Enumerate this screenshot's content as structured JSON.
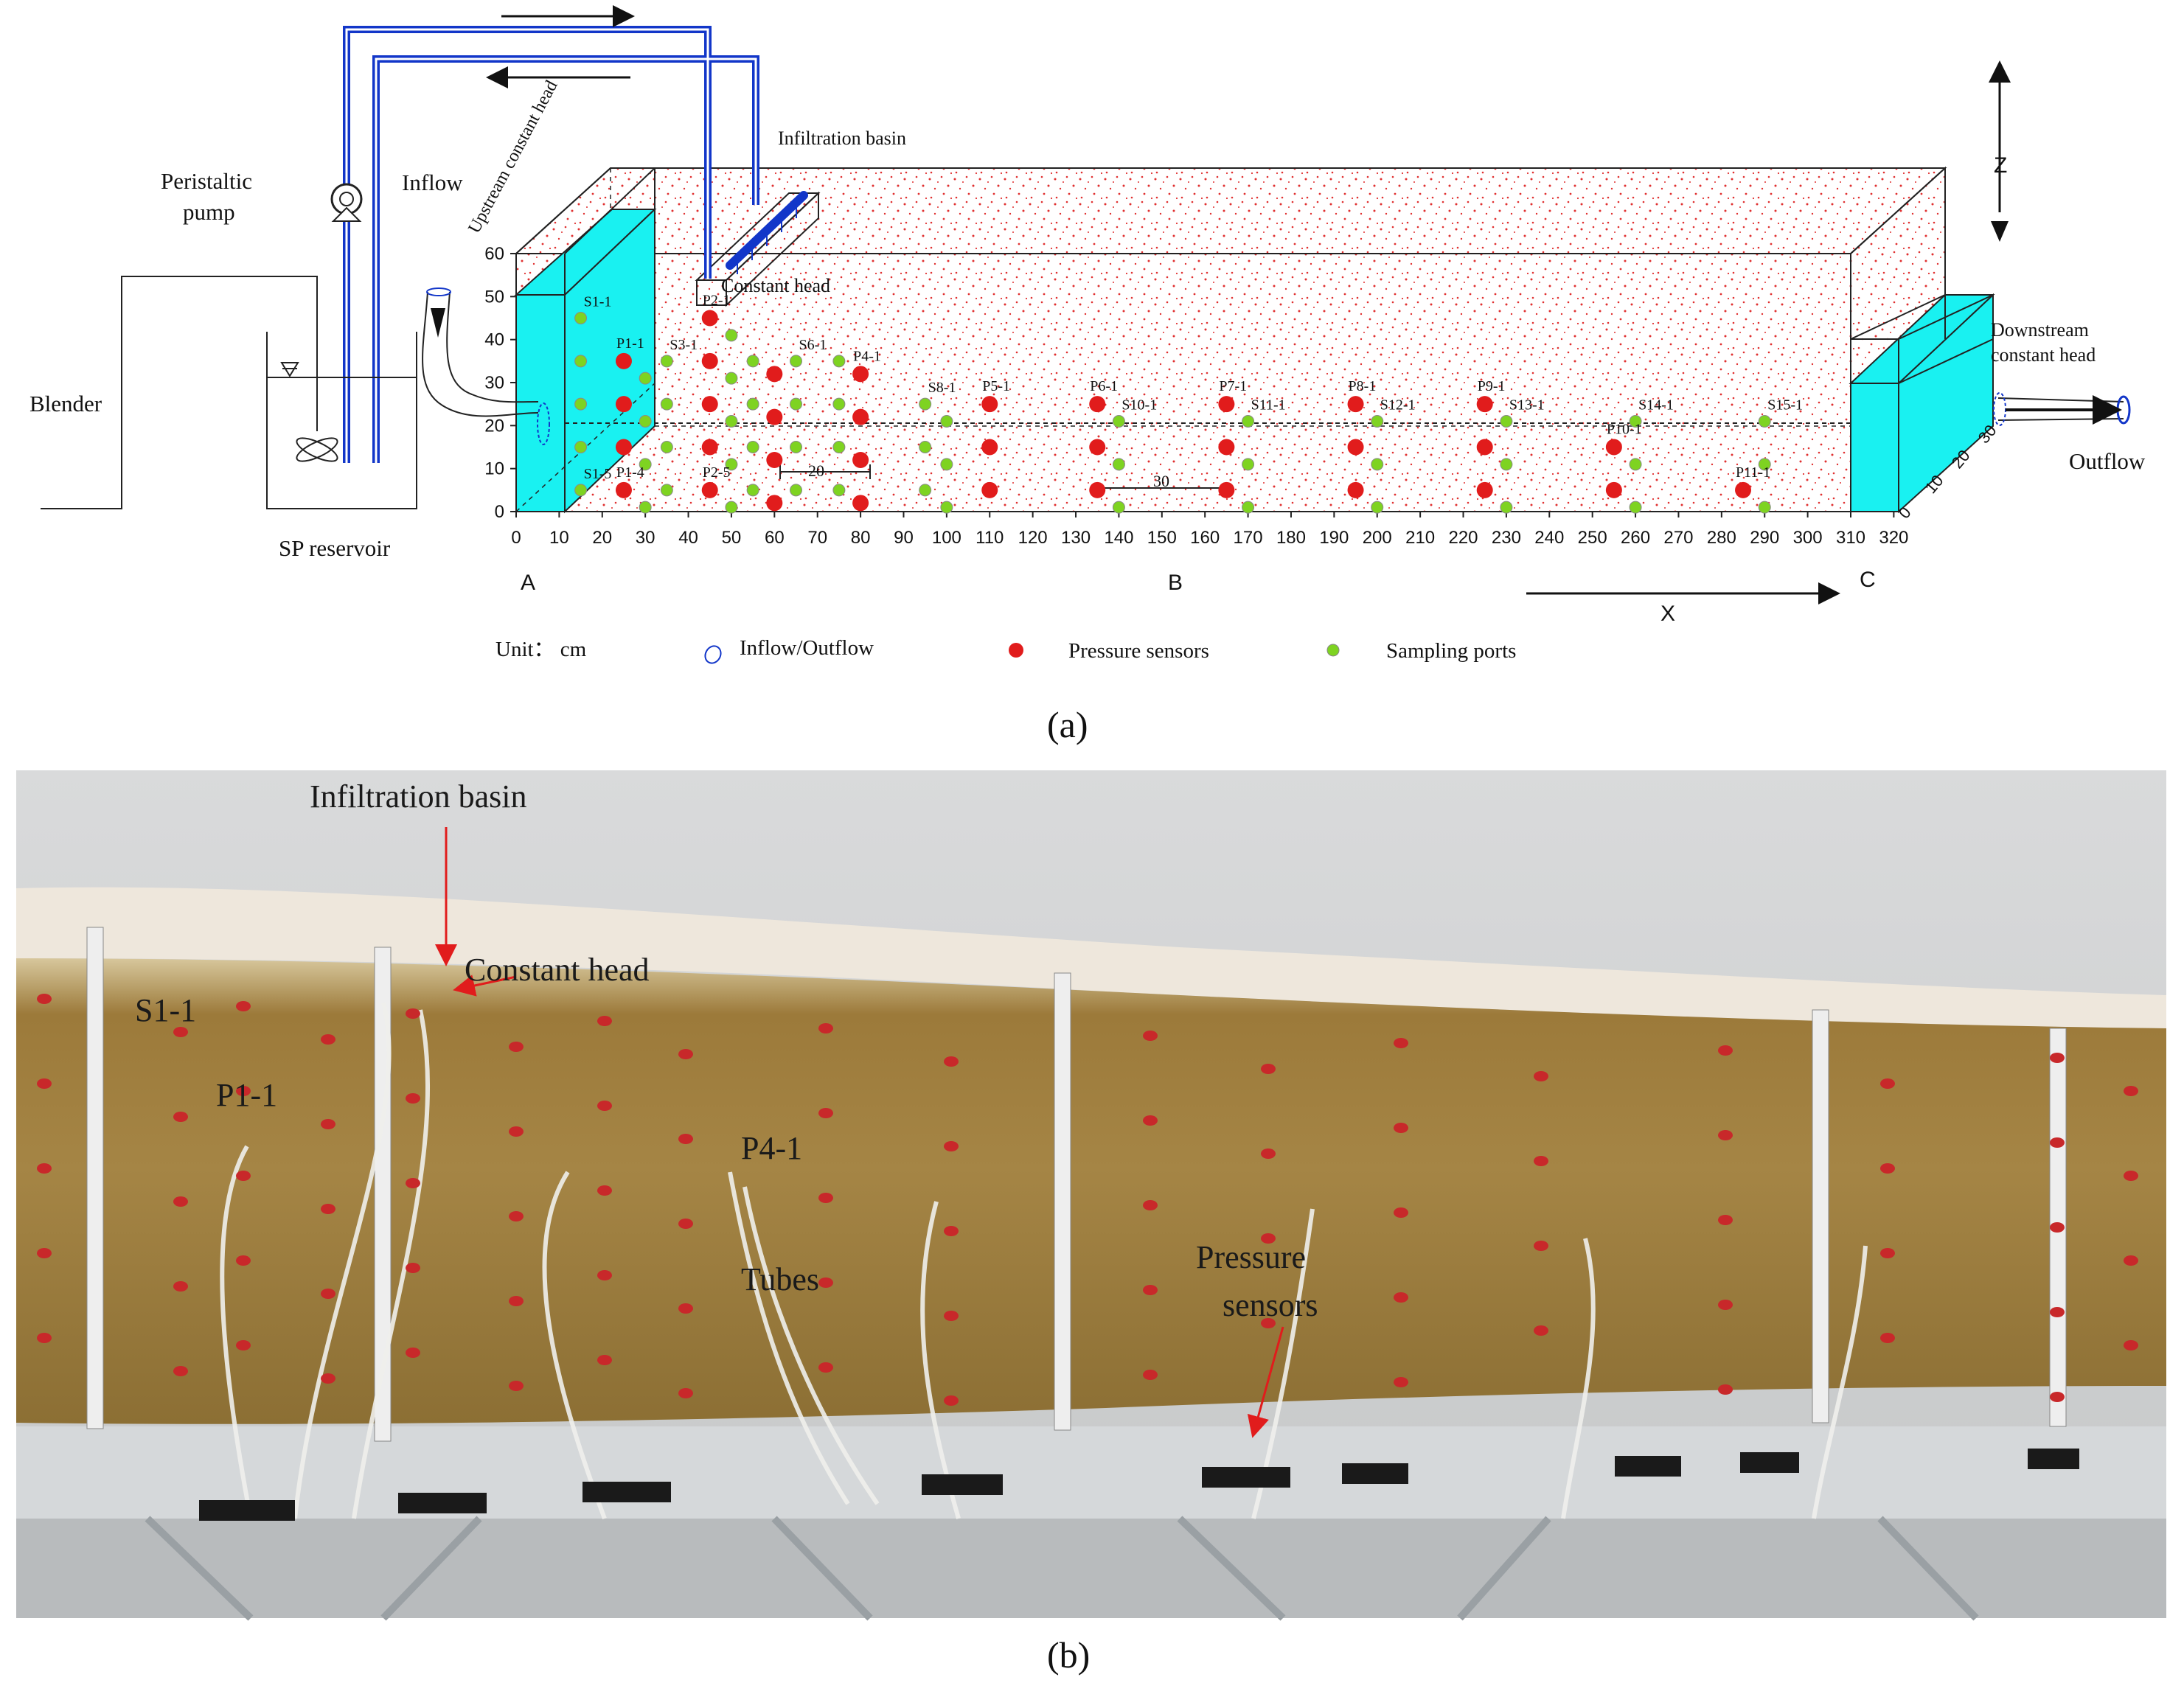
{
  "panel_a": {
    "caption": "(a)",
    "labels": {
      "blender": "Blender",
      "pump_line1": "Peristaltic",
      "pump_line2": "pump",
      "reservoir": "SP reservoir",
      "inflow": "Inflow",
      "upstream": "Upstream constant head",
      "infiltration_basin": "Infiltration basin",
      "constant_head": "Constant head",
      "downstream_line1": "Downstream",
      "downstream_line2": "constant head",
      "outflow": "Outflow",
      "point_a": "A",
      "point_b": "B",
      "point_c": "C",
      "axis_x": "X",
      "axis_z": "Z",
      "scale_20": "20",
      "scale_30": "30"
    },
    "legend": {
      "unit": "Unit： cm",
      "inflow_outflow": "Inflow/Outflow",
      "pressure_sensors": "Pressure sensors",
      "sampling_ports": "Sampling ports"
    },
    "x_ticks": [
      "0",
      "10",
      "20",
      "30",
      "40",
      "50",
      "60",
      "70",
      "80",
      "90",
      "100",
      "110",
      "120",
      "130",
      "140",
      "150",
      "160",
      "170",
      "180",
      "190",
      "200",
      "210",
      "220",
      "230",
      "240",
      "250",
      "260",
      "270",
      "280",
      "290",
      "300",
      "310",
      "320"
    ],
    "z_ticks": [
      "0",
      "10",
      "20",
      "30",
      "40",
      "50",
      "60"
    ],
    "depth_ticks": [
      "0",
      "10",
      "20",
      "30"
    ],
    "pressure_sensors": [
      {
        "x": 25,
        "z": 35,
        "label": "P1-1"
      },
      {
        "x": 25,
        "z": 25
      },
      {
        "x": 25,
        "z": 15
      },
      {
        "x": 25,
        "z": 5,
        "label": "P1-4"
      },
      {
        "x": 45,
        "z": 45,
        "label": "P2-1"
      },
      {
        "x": 45,
        "z": 35
      },
      {
        "x": 45,
        "z": 25
      },
      {
        "x": 45,
        "z": 15
      },
      {
        "x": 45,
        "z": 5,
        "label": "P2-5"
      },
      {
        "x": 60,
        "z": 32
      },
      {
        "x": 60,
        "z": 22
      },
      {
        "x": 60,
        "z": 12
      },
      {
        "x": 60,
        "z": 2
      },
      {
        "x": 80,
        "z": 32,
        "label": "P4-1"
      },
      {
        "x": 80,
        "z": 22
      },
      {
        "x": 80,
        "z": 12
      },
      {
        "x": 80,
        "z": 2
      },
      {
        "x": 110,
        "z": 25,
        "label": "P5-1"
      },
      {
        "x": 110,
        "z": 15
      },
      {
        "x": 110,
        "z": 5
      },
      {
        "x": 135,
        "z": 25,
        "label": "P6-1"
      },
      {
        "x": 135,
        "z": 15
      },
      {
        "x": 135,
        "z": 5
      },
      {
        "x": 165,
        "z": 25,
        "label": "P7-1"
      },
      {
        "x": 165,
        "z": 15
      },
      {
        "x": 165,
        "z": 5
      },
      {
        "x": 195,
        "z": 25,
        "label": "P8-1"
      },
      {
        "x": 195,
        "z": 15
      },
      {
        "x": 195,
        "z": 5
      },
      {
        "x": 225,
        "z": 25,
        "label": "P9-1"
      },
      {
        "x": 225,
        "z": 15
      },
      {
        "x": 225,
        "z": 5
      },
      {
        "x": 255,
        "z": 15,
        "label": "P10-1"
      },
      {
        "x": 255,
        "z": 5
      },
      {
        "x": 285,
        "z": 5,
        "label": "P11-1"
      }
    ],
    "sampling_ports": [
      {
        "x": 15,
        "z": 45,
        "label": "S1-1"
      },
      {
        "x": 15,
        "z": 35
      },
      {
        "x": 15,
        "z": 25
      },
      {
        "x": 15,
        "z": 15
      },
      {
        "x": 15,
        "z": 5,
        "label": "S1-5"
      },
      {
        "x": 30,
        "z": 31
      },
      {
        "x": 30,
        "z": 21
      },
      {
        "x": 30,
        "z": 11
      },
      {
        "x": 30,
        "z": 1
      },
      {
        "x": 35,
        "z": 35,
        "label": "S3-1"
      },
      {
        "x": 35,
        "z": 25
      },
      {
        "x": 35,
        "z": 15
      },
      {
        "x": 35,
        "z": 5
      },
      {
        "x": 50,
        "z": 41
      },
      {
        "x": 50,
        "z": 31
      },
      {
        "x": 50,
        "z": 21
      },
      {
        "x": 50,
        "z": 11
      },
      {
        "x": 50,
        "z": 1
      },
      {
        "x": 55,
        "z": 35
      },
      {
        "x": 55,
        "z": 25
      },
      {
        "x": 55,
        "z": 15
      },
      {
        "x": 55,
        "z": 5
      },
      {
        "x": 65,
        "z": 35,
        "label": "S6-1"
      },
      {
        "x": 65,
        "z": 25
      },
      {
        "x": 65,
        "z": 15
      },
      {
        "x": 65,
        "z": 5
      },
      {
        "x": 75,
        "z": 35
      },
      {
        "x": 75,
        "z": 25
      },
      {
        "x": 75,
        "z": 15
      },
      {
        "x": 75,
        "z": 5
      },
      {
        "x": 95,
        "z": 25,
        "label": "S8-1"
      },
      {
        "x": 95,
        "z": 15
      },
      {
        "x": 95,
        "z": 5
      },
      {
        "x": 100,
        "z": 21
      },
      {
        "x": 100,
        "z": 11
      },
      {
        "x": 100,
        "z": 1
      },
      {
        "x": 140,
        "z": 21,
        "label": "S10-1"
      },
      {
        "x": 140,
        "z": 11
      },
      {
        "x": 140,
        "z": 1
      },
      {
        "x": 170,
        "z": 21,
        "label": "S11-1"
      },
      {
        "x": 170,
        "z": 11
      },
      {
        "x": 170,
        "z": 1
      },
      {
        "x": 200,
        "z": 21,
        "label": "S12-1"
      },
      {
        "x": 200,
        "z": 11
      },
      {
        "x": 200,
        "z": 1
      },
      {
        "x": 230,
        "z": 21,
        "label": "S13-1"
      },
      {
        "x": 230,
        "z": 11
      },
      {
        "x": 230,
        "z": 1
      },
      {
        "x": 260,
        "z": 21,
        "label": "S14-1"
      },
      {
        "x": 260,
        "z": 11
      },
      {
        "x": 260,
        "z": 1
      },
      {
        "x": 290,
        "z": 21,
        "label": "S15-1"
      },
      {
        "x": 290,
        "z": 11
      },
      {
        "x": 290,
        "z": 1
      }
    ],
    "colors": {
      "sensor": "#e11c1c",
      "port": "#7ed321",
      "water": "#19f1f1",
      "pipe": "#1236c9",
      "sand": "#e03030"
    }
  },
  "panel_b": {
    "caption": "(b)",
    "labels": {
      "infiltration_basin": "Infiltration basin",
      "constant_head": "Constant head",
      "s1_1": "S1-1",
      "p1_1": "P1-1",
      "p4_1": "P4-1",
      "tubes": "Tubes",
      "pressure_line1": "Pressure",
      "pressure_line2": "sensors"
    }
  }
}
